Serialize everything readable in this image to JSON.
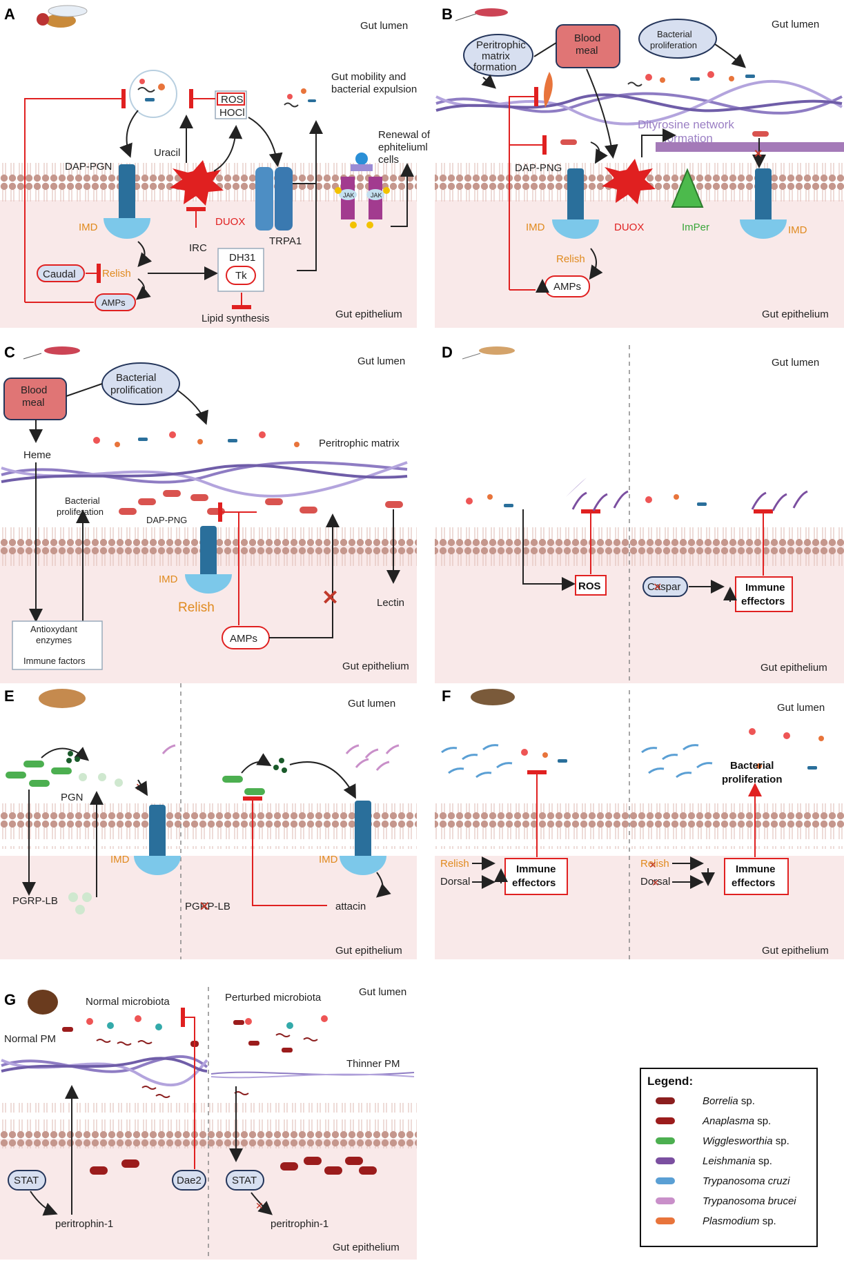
{
  "panels": {
    "A": {
      "letter": "A",
      "lumen": "Gut lumen",
      "epithelium": "Gut epithelium",
      "ros": "ROS",
      "hocl": "HOCl",
      "uracil": "Uracil",
      "dap_pgn": "DAP-PGN",
      "imd": "IMD",
      "duox": "DUOX",
      "irc": "IRC",
      "trpa1": "TRPA1",
      "caudal": "Caudal",
      "relish": "Relish",
      "amps": "AMPs",
      "dh31": "DH31",
      "tk": "Tk",
      "lipid": "Lipid synthesis",
      "gut_mobility_1": "Gut mobility and",
      "gut_mobility_2": "bacterial expulsion",
      "renewal_1": "Renewal of",
      "renewal_2": "ephiteliuml",
      "renewal_3": "cells",
      "jak": "JAK"
    },
    "B": {
      "letter": "B",
      "lumen": "Gut lumen",
      "epithelium": "Gut epithelium",
      "pm_1": "Peritrophic",
      "pm_2": "matrix",
      "pm_3": "formation",
      "blood_1": "Blood",
      "blood_2": "meal",
      "bact_1": "Bacterial",
      "bact_2": "proliferation",
      "dity_1": "Dityrosine network",
      "dity_2": "formation",
      "dap_png": "DAP-PNG",
      "imd": "IMD",
      "imd2": "IMD",
      "duox": "DUOX",
      "imper": "ImPer",
      "relish": "Relish",
      "amps": "AMPs"
    },
    "C": {
      "letter": "C",
      "lumen": "Gut lumen",
      "epithelium": "Gut epithelium",
      "blood_1": "Blood",
      "blood_2": "meal",
      "bact_1": "Bacterial",
      "bact_2": "prolification",
      "heme": "Heme",
      "pm": "Peritrophic matrix",
      "bp_1": "Bacterial",
      "bp_2": "proliferation",
      "dap_png": "DAP-PNG",
      "imd": "IMD",
      "relish": "Relish",
      "amps": "AMPs",
      "lectin": "Lectin",
      "antiox_1": "Antioxydant",
      "antiox_2": "enzymes",
      "immune": "Immune factors"
    },
    "D": {
      "letter": "D",
      "lumen": "Gut lumen",
      "epithelium": "Gut epithelium",
      "ros": "ROS",
      "caspar": "Caspar",
      "immune_1": "Immune",
      "immune_2": "effectors"
    },
    "E": {
      "letter": "E",
      "lumen": "Gut lumen",
      "epithelium": "Gut epithelium",
      "pgn": "PGN",
      "imd": "IMD",
      "imd2": "IMD",
      "pgrp": "PGRP-LB",
      "pgrp2": "PGRP-LB",
      "attacin": "attacin"
    },
    "F": {
      "letter": "F",
      "lumen": "Gut lumen",
      "epithelium": "Gut epithelium",
      "relish": "Relish",
      "dorsal": "Dorsal",
      "relish2": "Relish",
      "dorsal2": "Dorsal",
      "immune_1": "Immune",
      "immune_2": "effectors",
      "bp_1": "Bacterial",
      "bp_2": "proliferation"
    },
    "G": {
      "letter": "G",
      "lumen": "Gut lumen",
      "epithelium": "Gut epithelium",
      "normal_micro": "Normal microbiota",
      "perturbed_micro": "Perturbed microbiota",
      "normal_pm": "Normal PM",
      "thinner_pm": "Thinner PM",
      "stat": "STAT",
      "stat2": "STAT",
      "dae2": "Dae2",
      "peritrophin": "peritrophin-1",
      "peritrophin2": "peritrophin-1"
    }
  },
  "legend": {
    "title": "Legend:",
    "items": [
      {
        "italic": "Borrelia",
        "suffix": " sp.",
        "color": "#8b1e1e"
      },
      {
        "italic": "Anaplasma",
        "suffix": " sp.",
        "color": "#9b1c1c"
      },
      {
        "italic": "Wigglesworthia",
        "suffix": " sp.",
        "color": "#4caf50"
      },
      {
        "italic": "Leishmania",
        "suffix": " sp.",
        "color": "#7b4fa0"
      },
      {
        "italic": "Trypanosoma cruzi",
        "suffix": "",
        "color": "#5a9fd4"
      },
      {
        "italic": "Trypanosoma brucei",
        "suffix": "",
        "color": "#c98fc9"
      },
      {
        "italic": "Plasmodium",
        "suffix": " sp.",
        "color": "#e8743b"
      }
    ]
  },
  "colors": {
    "epithelium_bg": "#f9e9e9",
    "membrane": "#c9a39a",
    "red": "#e02020",
    "imd_blue": "#7cc8ea",
    "receptor": "#2a6f9b",
    "orange": "#e08a1e",
    "pill_blue": "#d7dff0",
    "blood_red": "#e07575",
    "purple": "#9b7fc4"
  }
}
